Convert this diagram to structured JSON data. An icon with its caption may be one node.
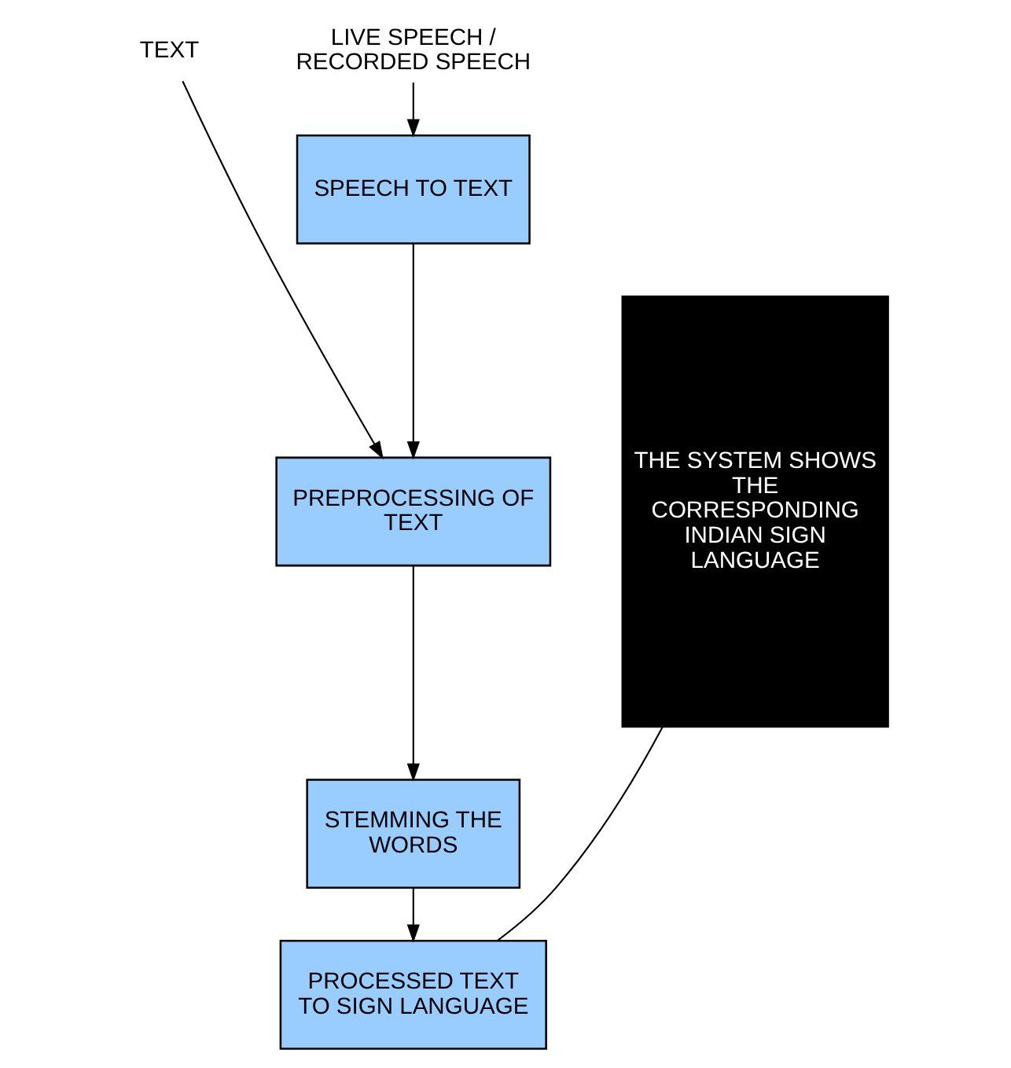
{
  "diagram": {
    "nodes": [
      {
        "text": [
          "TEXT"
        ]
      },
      {
        "text": [
          "LIVE SPEECH / RECORDED SPEECH"
        ]
      },
      {
        "text": [
          "SPEECH TO TEXT"
        ]
      },
      {
        "text": [
          "PREPROCESSING OF TEXT"
        ]
      },
      {
        "text": [
          "STEMMING THE WORDS"
        ]
      },
      {
        "text": [
          "PROCESSED TEXT TO SIGN LANGUAGE"
        ]
      },
      {
        "text": [
          "THE SYSTEM SHOWS THE CORRESPONDING INDIAN SIGN LANGUAGE"
        ]
      }
    ],
    "edges": [
      {
        "from": 1,
        "to": 2,
        "arrow": "to"
      },
      {
        "from": 2,
        "to": 3,
        "arrow": "to"
      },
      {
        "from": 0,
        "to": 3,
        "arrow": "to"
      },
      {
        "from": 3,
        "to": 4,
        "arrow": "to"
      },
      {
        "from": 4,
        "to": 5,
        "arrow": "to"
      },
      {
        "from": 5,
        "to": 6,
        "arrow": "none"
      }
    ]
  }
}
